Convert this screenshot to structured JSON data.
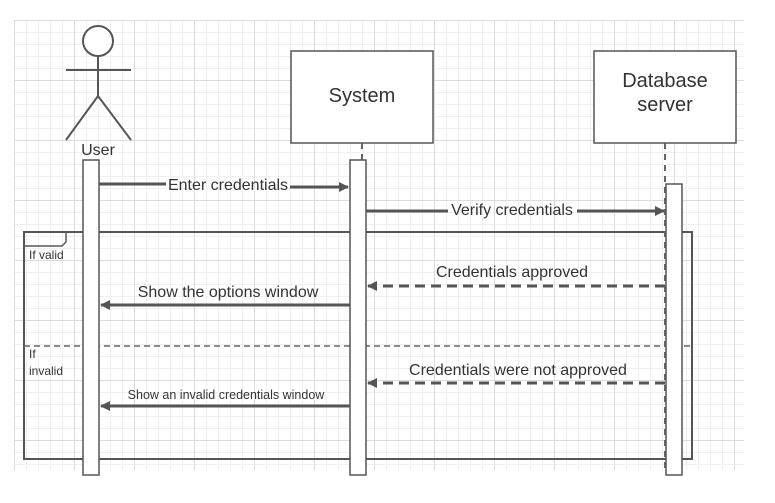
{
  "actors": {
    "user": {
      "label": "User"
    },
    "system": {
      "label": "System"
    },
    "database": {
      "label_line1": "Database",
      "label_line2": "server"
    }
  },
  "messages": {
    "enter_credentials": "Enter credentials",
    "verify_credentials": "Verify credentials",
    "credentials_approved": "Credentials approved",
    "show_options_window": "Show the options window",
    "credentials_not_approved": "Credentials were not approved",
    "show_invalid_window": "Show an invalid credentials window"
  },
  "frame": {
    "valid_label": "If valid",
    "invalid_label_line1": "If",
    "invalid_label_line2": "invalid"
  },
  "colors": {
    "line": "#555555",
    "text": "#333333",
    "box_fill": "#ffffff"
  }
}
